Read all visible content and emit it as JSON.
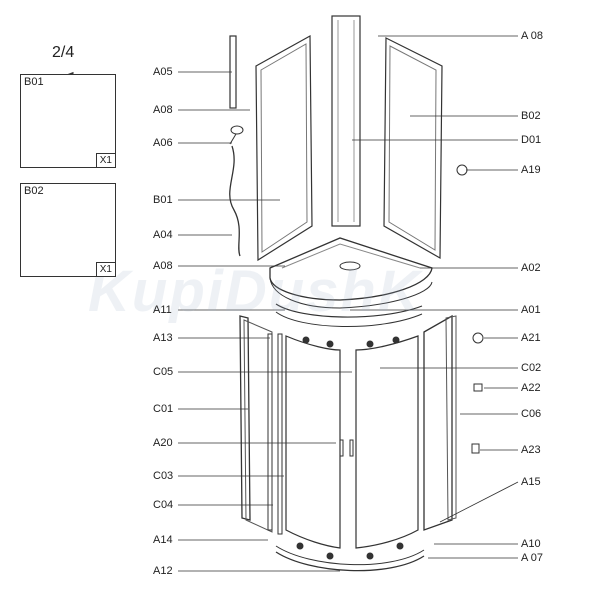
{
  "page": {
    "number": "2/4"
  },
  "watermark": "KupiDushK",
  "parts_boxes": [
    {
      "code": "B01",
      "qty": "X1"
    },
    {
      "code": "B02",
      "qty": "X1"
    }
  ],
  "labels_left": [
    "A05",
    "A08",
    "A06",
    "B01",
    "A04",
    "A08",
    "A11",
    "A13",
    "C05",
    "C01",
    "A20",
    "C03",
    "C04",
    "A14",
    "A12"
  ],
  "labels_right": [
    "A 08",
    "B02",
    "D01",
    "A19",
    "A02",
    "A01",
    "A21",
    "C02",
    "A22",
    "C06",
    "A23",
    "A15",
    "A10",
    "A 07"
  ]
}
